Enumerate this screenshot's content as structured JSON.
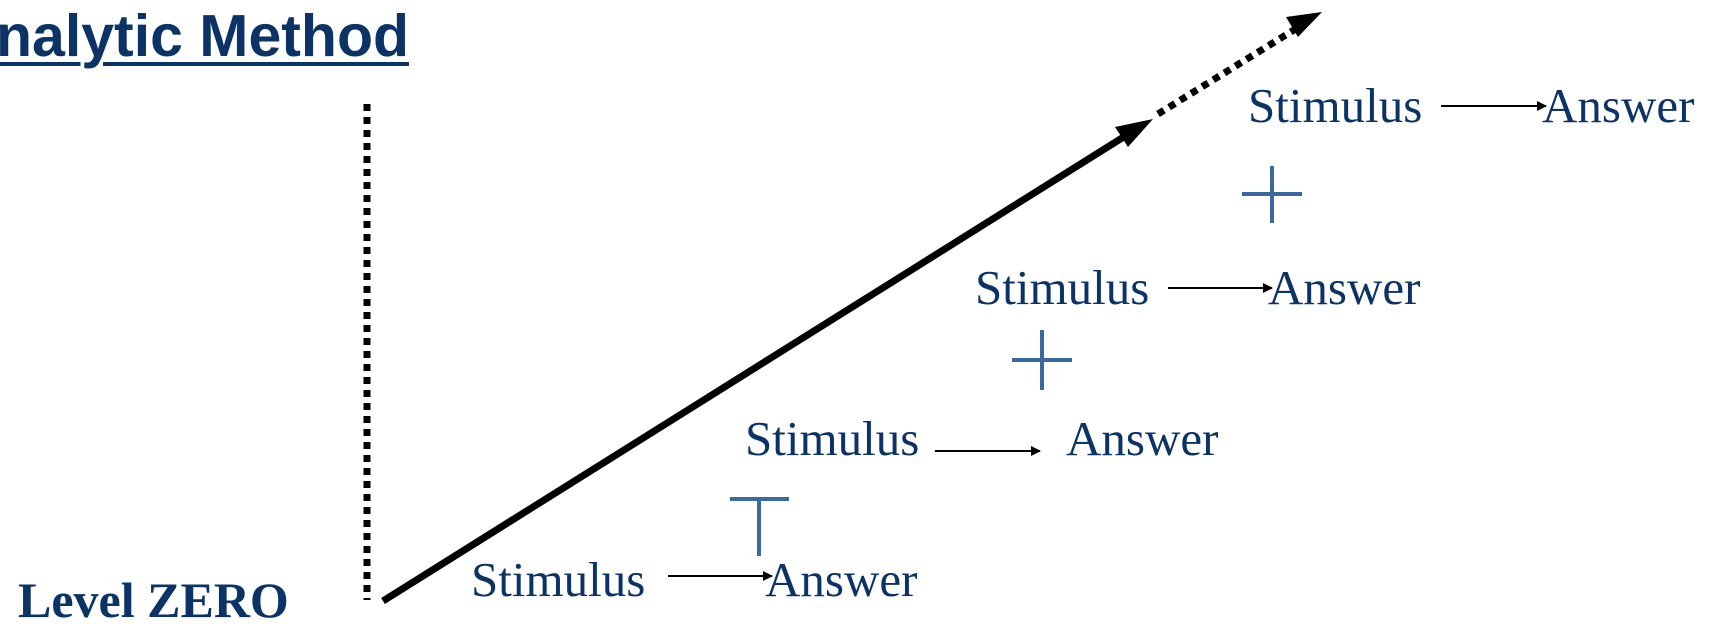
{
  "title": "nalytic Method",
  "level_label": "Level ZERO",
  "stages": [
    {
      "stimulus": "Stimulus",
      "answer": "Answer"
    },
    {
      "stimulus": "Stimulus",
      "answer": "Answer"
    },
    {
      "stimulus": "Stimulus",
      "answer": "Answer"
    },
    {
      "stimulus": "Stimulus",
      "answer": "Answer"
    }
  ],
  "colors": {
    "text": "#0c3366",
    "plus": "#3a6aa0",
    "arrows": "#000000"
  },
  "icons": {
    "plus": "plus-icon",
    "progress_arrow": "diagonal-arrow-icon",
    "dotted_continuation": "dotted-arrow-icon",
    "stimulus_answer_arrow": "right-arrow-icon"
  }
}
